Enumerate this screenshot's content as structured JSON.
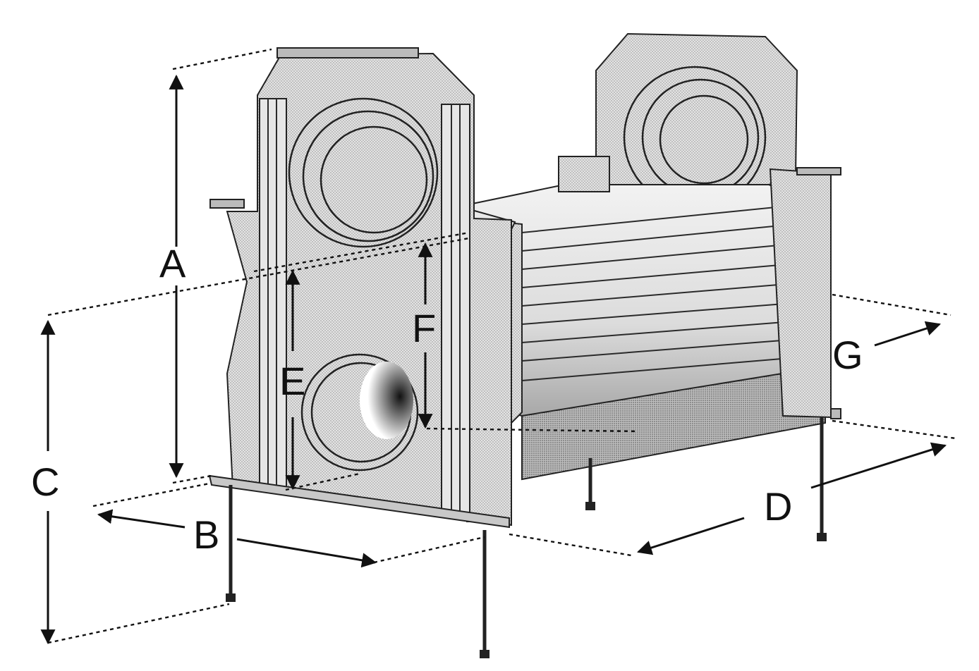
{
  "diagram": {
    "dimension_labels": {
      "A": "A",
      "B": "B",
      "C": "C",
      "D": "D",
      "E": "E",
      "F": "F",
      "G": "G"
    }
  },
  "colors": {
    "background": "#ffffff",
    "line": "#111111",
    "panel_fill": "#d6d6d6",
    "panel_light": "#e9e9e9",
    "panel_dark": "#9a9a9a"
  }
}
